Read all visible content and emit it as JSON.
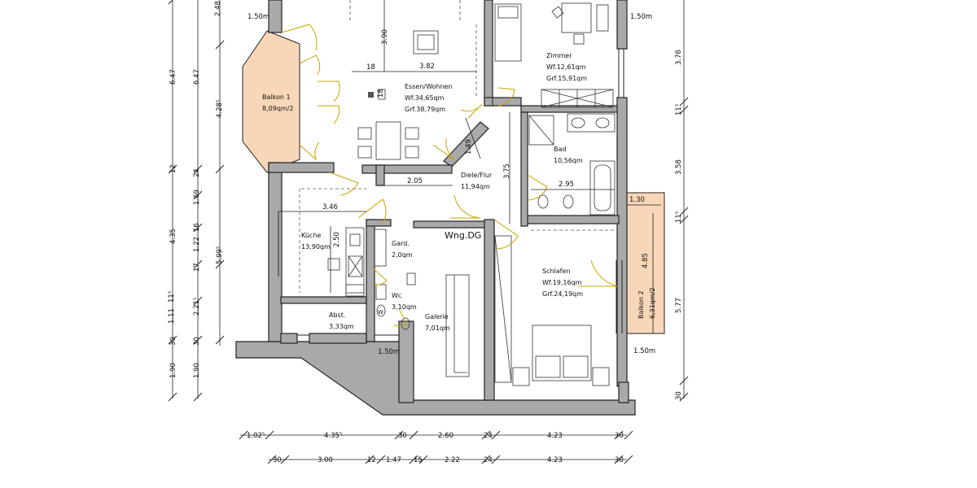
{
  "plan": {
    "rooms": {
      "balkon1": [
        "Balkon  1",
        "8,09qm/2"
      ],
      "essen": [
        "Essen/Wohnen",
        "Wf.34,65qm",
        "Grf.38,79qm"
      ],
      "zimmer": [
        "Zimmer",
        "Wf.12,61qm",
        "Grf.15,91qm"
      ],
      "bad": [
        "Bad",
        "10,56qm"
      ],
      "diele": [
        "Diele/Flur",
        "11,94qm"
      ],
      "kueche": [
        "Küche",
        "13,90qm"
      ],
      "gard": [
        "Gard.",
        "2,0qm"
      ],
      "wc": [
        "Wc",
        "3,10qm"
      ],
      "galerie": [
        "Galerie",
        "7,01qm"
      ],
      "abst": [
        "Abst.",
        "3,33qm"
      ],
      "schlafen": [
        "Schlafen",
        "Wf.19,16qm",
        "Grf.24,19qm"
      ],
      "balkon2": [
        "Balkon  2",
        "6,31qm/2"
      ]
    },
    "unit_label": "Wng.DG",
    "inner_dims": {
      "d150_tl": "1.50m",
      "d150_tr": "1.50m",
      "d150_bm": "1.50m",
      "d150_br": "1.50m",
      "d390": "3.90",
      "d382": "3.82",
      "d18a": "18",
      "d18b": "18",
      "d149": "1.49",
      "d375": "3.75",
      "d205": "2.05",
      "d295": "2.95",
      "d130": "1.30",
      "d346": "3.46",
      "d250": "2.50",
      "d485": "4.85",
      "w_marker": "W"
    },
    "left_dims_outer": [
      "2.48",
      "6.47",
      "12",
      "4.35",
      "30",
      "1.90"
    ],
    "left_dims_inner": [
      "6.47",
      "4.28⁵",
      "24",
      "1.69",
      "16",
      "1.22",
      "17",
      "11⁵",
      "1.11",
      "30",
      "1.90"
    ],
    "left_dims_third": [
      "5.99⁵",
      "2.21⁵"
    ],
    "right_dims": [
      "3.76",
      "11⁵",
      "3.58",
      "11⁵",
      "5.77",
      "30"
    ],
    "bottom_dims_top": [
      "1.02⁵",
      "4.35⁵",
      "30",
      "2.60",
      "24",
      "4.23",
      "30"
    ],
    "bottom_dims_bottom": [
      "30",
      "3.00",
      "12",
      "1.47",
      "15",
      "2.22",
      "24",
      "4.23",
      "30"
    ],
    "colors": {
      "wall": "#a9a9a9",
      "balcony": "#f8d7b8",
      "door": "#c9a400"
    }
  }
}
